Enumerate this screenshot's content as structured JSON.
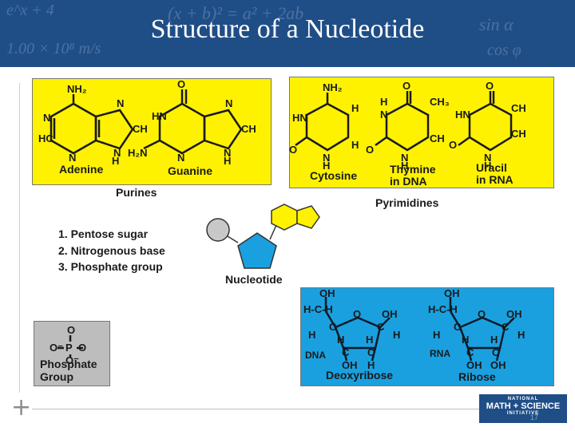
{
  "slide": {
    "title": "Structure of a Nucleotide",
    "page_number": "17"
  },
  "purines_box": {
    "adenine": "Adenine",
    "guanine": "Guanine"
  },
  "purines_label": "Purines",
  "pyrimidines_box": {
    "cytosine": "Cytosine",
    "thymine_l1": "Thymine",
    "thymine_l2": "in DNA",
    "uracil_l1": "Uracil",
    "uracil_l2": "in RNA"
  },
  "pyrimidines_label": "Pyrimidines",
  "components": [
    "1. Pentose sugar",
    "2. Nitrogenous base",
    "3. Phosphate group"
  ],
  "nucleotide_label": "Nucleotide",
  "phosphate_box": {
    "label_l1": "Phosphate",
    "label_l2": "Group"
  },
  "sugars_box": {
    "dna": "DNA",
    "deoxyribose": "Deoxyribose",
    "rna": "RNA",
    "ribose": "Ribose"
  },
  "logo": {
    "line1": "NATIONAL",
    "line2": "MATH + SCIENCE",
    "line3": "INITIATIVE"
  },
  "colors": {
    "header": "#1f4e87",
    "base_box": "#fff200",
    "sugar_box": "#1aa0df",
    "phosphate_box": "#bdbdbd",
    "pentagon": "#1aa0df",
    "base_shape": "#fff200",
    "phosphate_circle": "#c8c8c8"
  }
}
